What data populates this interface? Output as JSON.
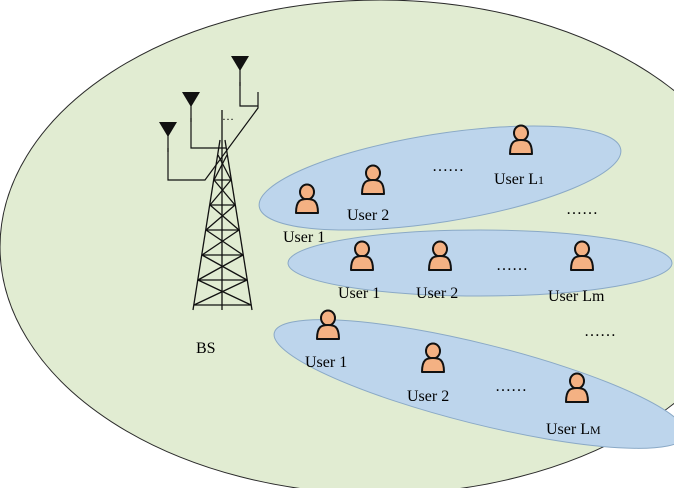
{
  "colors": {
    "cell_fill": "#e1ecd2",
    "cluster_fill": "#bdd5ec",
    "cluster_stroke": "#8aa9c6",
    "user_fill": "#f4b183",
    "user_stroke": "#111111"
  },
  "icons": {
    "antenna": "antenna-icon",
    "tower": "tower-icon",
    "user": "user-icon"
  },
  "bs": {
    "label": "BS",
    "antenna_dots": "…"
  },
  "clusters": [
    {
      "users": [
        {
          "label": "User 1"
        },
        {
          "label": "User 2"
        },
        {
          "label_main": "User L",
          "label_sub": "1"
        }
      ],
      "dots": [
        "……",
        "……"
      ]
    },
    {
      "users": [
        {
          "label": "User 1"
        },
        {
          "label": "User 2"
        },
        {
          "label_main": "User Lm",
          "label_sub": ""
        }
      ],
      "dots": [
        "……"
      ]
    },
    {
      "users": [
        {
          "label": "User 1"
        },
        {
          "label": "User 2"
        },
        {
          "label_main": "User L",
          "label_sub": "M"
        }
      ],
      "dots": [
        "……",
        "……"
      ]
    }
  ]
}
